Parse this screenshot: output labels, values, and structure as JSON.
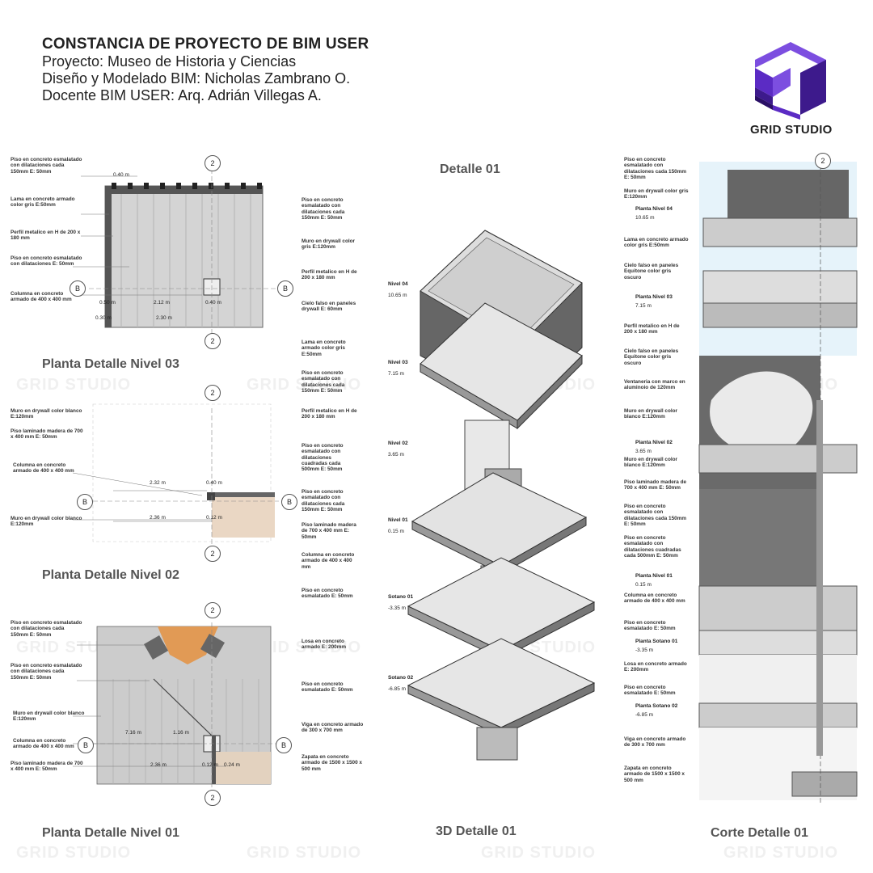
{
  "header": {
    "title": "CONSTANCIA DE PROYECTO DE BIM USER",
    "project": "Proyecto: Museo de Historia y Ciencias",
    "designer": "Diseño y Modelado BIM: Nicholas Zambrano O.",
    "teacher": "Docente BIM USER: Arq. Adrián Villegas A."
  },
  "brand": {
    "name": "GRID STUDIO",
    "watermark": "GRID STUDIO",
    "color_dark": "#3d1a8c",
    "color_mid": "#5b2bc4",
    "color_light": "#7c4ee0"
  },
  "titles": {
    "plan3": "Planta Detalle Nivel 03",
    "plan2": "Planta Detalle Nivel 02",
    "plan1": "Planta Detalle Nivel 01",
    "detail": "Detalle 01",
    "iso": "3D Detalle 01",
    "section": "Corte Detalle 01"
  },
  "grid": {
    "axis_2": "2",
    "axis_b": "B"
  },
  "plan3": {
    "notes": [
      "Piso en concreto esmalatado con dilataciones cada 150mm   E: 50mm",
      "Lama en concreto armado color gris E:50mm",
      "Perfil metalico en H de 200 x 180 mm",
      "Piso en concreto esmalatado con dilataciones E: 50mm",
      "Columna en concreto armado de 400 x 400 mm"
    ],
    "dims": [
      "0.40 m",
      "2.12 m",
      "2.30 m",
      "0.40 m",
      "0.50 m",
      "0.30 m"
    ]
  },
  "plan2": {
    "notes": [
      "Muro en drywall color blanco E:120mm",
      "Piso laminado madera de 700 x 400 mm E: 50mm",
      "Columna en concreto armado de 400 x 400 mm",
      "Muro en drywall color blanco E:120mm"
    ],
    "dims": [
      "2.32 m",
      "2.36 m",
      "0.40 m",
      "0.12 m"
    ]
  },
  "plan1": {
    "notes": [
      "Piso en concreto esmalatado con dilataciones cada 150mm   E: 50mm",
      "Piso en concreto esmalatado con dilataciones cada 150mm   E: 50mm",
      "Muro en drywall color blanco E:120mm",
      "Columna en concreto armado de 400 x 400 mm",
      "Piso laminado madera de 700 x 400 mm E: 50mm"
    ],
    "dims": [
      "7.16 m",
      "1.16 m",
      "2.36 m",
      "0.12 m",
      "0.24 m"
    ]
  },
  "iso": {
    "notes": [
      "Piso en concreto esmalatado con dilataciones cada 150mm   E: 50mm",
      "Muro en drywall color gris E:120mm",
      "Perfil metalico en H de 200 x 180 mm",
      "Cielo falso en paneles drywall E: 60mm",
      "Lama en concreto armado color gris E:50mm",
      "Piso en concreto esmalatado con dilataciones cada 150mm   E: 50mm",
      "Perfil metalico en H de 200 x 180 mm",
      "Piso en concreto esmalatado con dilataciones cuadradas cada 500mm   E: 50mm",
      "Piso en concreto esmalatado con dilataciones cada 150mm   E: 50mm",
      "Piso laminado madera de 700 x 400 mm E: 50mm",
      "Columna en concreto armado de 400 x 400 mm",
      "Piso en concreto esmalatado E: 50mm",
      "Losa en concreto armado E: 200mm",
      "Piso en concreto esmalatado E: 50mm",
      "Viga en concreto armado de 300 x 700 mm",
      "Zapata en concreto armado de 1500 x 1500 x 500 mm"
    ],
    "levels": [
      "Nivel 04",
      "Nivel 03",
      "Nivel 02",
      "Nivel 01",
      "Sotano 01",
      "Sotano 02"
    ],
    "level_values": [
      "10.65 m",
      "7.15 m",
      "3.65 m",
      "0.15 m",
      "-3.35 m",
      "-6.85 m"
    ]
  },
  "section": {
    "notes": [
      "Piso en concreto esmalatado con dilataciones cada 150mm   E: 50mm",
      "Muro en drywall color gris E:120mm",
      "Lama en concreto armado color gris E:50mm",
      "Cielo falso en paneles Equitone color gris oscuro",
      "Perfil metalico en H de 200 x 180 mm",
      "Cielo falso en paneles Equitone color gris oscuro",
      "Ventaneria con marco en aluminoio de 120mm",
      "Muro en drywall color blanco E:120mm",
      "Muro en drywall color blanco E:120mm",
      "Piso laminado madera de 700 x 400 mm E: 50mm",
      "Piso en concreto esmalatado con dilataciones cada 150mm   E: 50mm",
      "Piso en concreto esmalatado con dilataciones cuadradas cada 500mm   E: 50mm",
      "Columna en concreto armado de 400 x 400 mm",
      "Piso en concreto esmalatado E: 50mm",
      "Losa en concreto armado E: 200mm",
      "Piso en concreto esmalatado E: 50mm",
      "Viga en concreto armado de 300 x 700 mm",
      "Zapata en concreto armado de 1500 x 1500 x 500 mm"
    ],
    "levels": [
      "Planta Nivel 04",
      "Planta Nivel 03",
      "Planta Nivel 02",
      "Planta Nivel 01",
      "Planta Sotano 01",
      "Planta Sotano 02"
    ],
    "level_values": [
      "10.65 m",
      "7.15 m",
      "3.65 m",
      "0.15 m",
      "-3.35 m",
      "-6.85 m"
    ]
  }
}
